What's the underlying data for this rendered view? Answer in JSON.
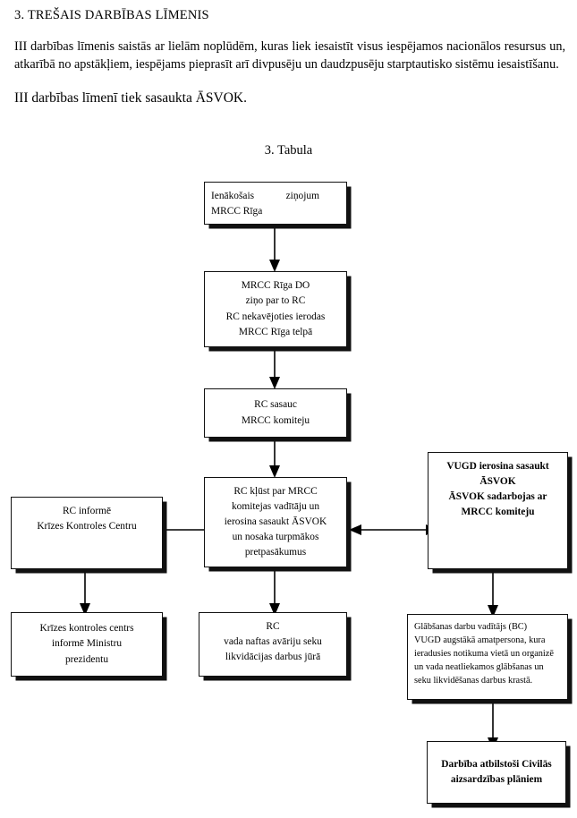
{
  "document": {
    "heading": "3. TREŠAIS DARBĪBAS LĪMENIS",
    "paragraph": "III darbības līmenis saistās ar lielām noplūdēm, kuras liek iesaistīt visus iespējamos nacionālos resursus un, atkarībā no apstākļiem, iespējams pieprasīt arī divpusēju un daudzpusēju starptautisko sistēmu iesaistīšanu.",
    "closing_line": "III darbības līmenī tiek sasaukta ĀSVOK.",
    "table_caption": "3. Tabula"
  },
  "flowchart": {
    "nodes": [
      {
        "id": "incoming-message",
        "line1_left": "Ienākošais",
        "line1_right": "ziņojum",
        "line2": "MRCC Rīga"
      },
      {
        "id": "mrcc-riga-do",
        "lines": [
          "MRCC Rīga DO",
          "ziņo par to  RC",
          "RC  nekavējoties ierodas",
          "MRCC Rīga telpā"
        ]
      },
      {
        "id": "rc-convenes-committee",
        "lines": [
          "RC sasauc",
          "MRCC komiteju"
        ]
      },
      {
        "id": "rc-becomes-chair",
        "lines": [
          "RC kļūst par MRCC",
          "komitejas vadītāju un",
          "ierosina sasaukt ĀSVOK",
          "un  nosaka  turpmākos",
          "pretpasākumus"
        ]
      },
      {
        "id": "rc-informs-crisis-centre",
        "lines": [
          "RC informē",
          "Krīzes Kontroles Centru"
        ]
      },
      {
        "id": "vugd-initiates-asvok",
        "lines": [
          "VUGD ierosina sasaukt",
          "ĀSVOK",
          "ĀSVOK sadarbojas ar",
          "MRCC komiteju"
        ]
      },
      {
        "id": "crisis-centre-informs-pm",
        "lines": [
          "Krīzes kontroles centrs",
          "informē Ministru",
          "prezidentu"
        ]
      },
      {
        "id": "rc-leads-oil-spill-works",
        "lines": [
          "RC",
          "vada naftas avāriju seku",
          "likvidācijas darbus jūrā"
        ]
      },
      {
        "id": "rescue-works-manager",
        "lines": [
          "Glābšanas darbu vadītājs (BC)",
          "VUGD augstākā amatpersona, kura",
          "ieradusies notikuma vietā un organizē",
          "un vada neatliekamos glābšanas un",
          "seku likvidēšanas darbus krastā."
        ]
      },
      {
        "id": "civil-defence-plans",
        "lines": [
          "Darbība atbilstoši Civilās",
          "aizsardzības plāniem"
        ]
      }
    ],
    "connectors": [
      {
        "id": "incoming-to-do",
        "direction": "down"
      },
      {
        "id": "do-to-convene",
        "direction": "down"
      },
      {
        "id": "convene-to-chair",
        "direction": "down"
      },
      {
        "id": "chair-to-crisis-centre",
        "direction": "left"
      },
      {
        "id": "chair-to-vugd",
        "direction": "both"
      },
      {
        "id": "crisis-centre-to-pm",
        "direction": "down"
      },
      {
        "id": "chair-to-oil-spill",
        "direction": "down"
      },
      {
        "id": "vugd-to-rescue-manager",
        "direction": "down"
      },
      {
        "id": "rescue-manager-to-civil-plans",
        "direction": "down"
      }
    ]
  },
  "colors": {
    "ink": "#000000",
    "paper": "#ffffff",
    "shadow": "#111111"
  }
}
